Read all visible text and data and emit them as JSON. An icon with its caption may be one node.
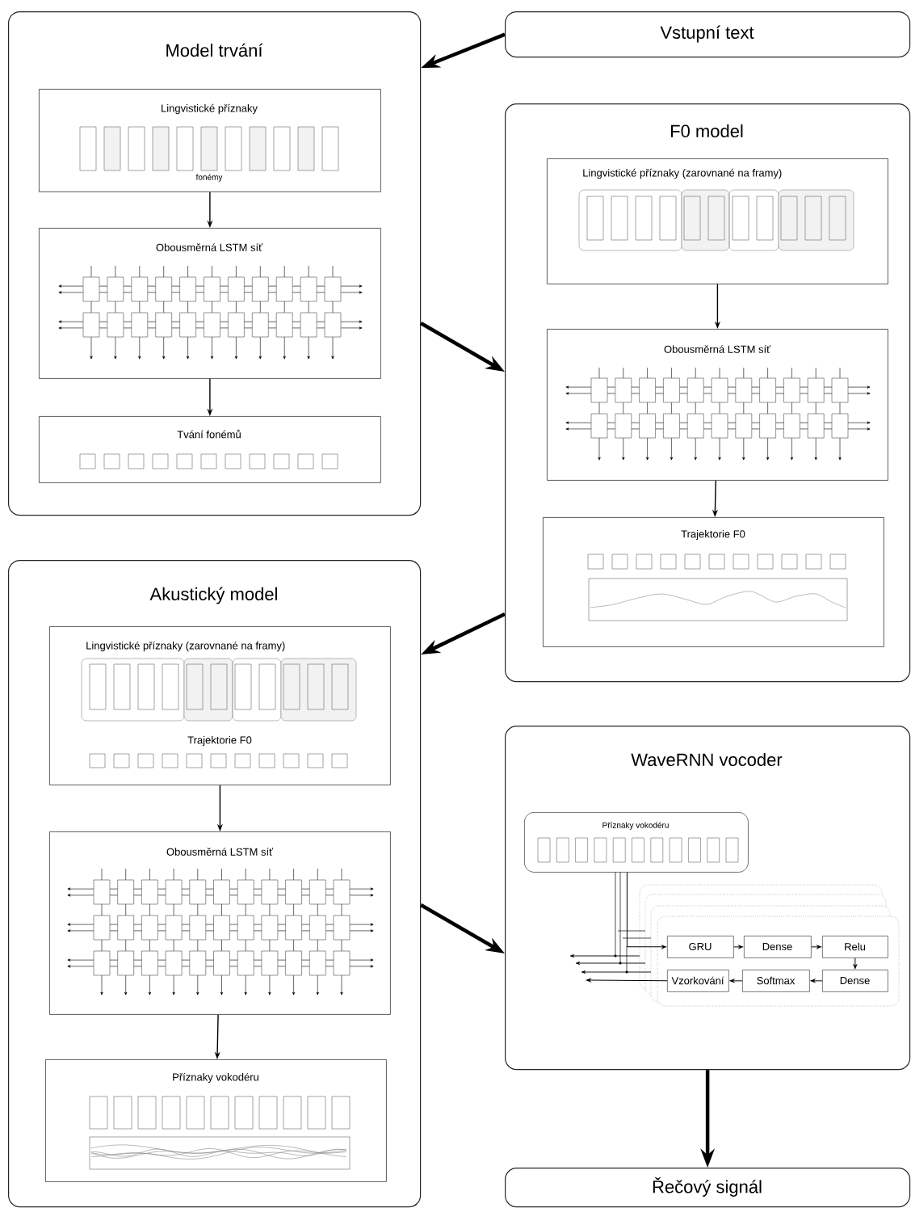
{
  "diagram": {
    "nodes": [
      {
        "text": [
          "Model trvání"
        ]
      },
      {
        "text": [
          "Lingvistické příznaky",
          "fonémy"
        ],
        "in": 0
      },
      {
        "text": [
          "Obousměrná LSTM síť"
        ],
        "in": 0
      },
      {
        "text": [
          "Tvání fonémů"
        ],
        "in": 0
      },
      {
        "text": [
          "Vstupní text"
        ]
      },
      {
        "text": [
          "F0 model"
        ]
      },
      {
        "text": [
          "Lingvistické příznaky (zarovnané na framy)"
        ],
        "in": 5
      },
      {
        "text": [
          "Obousměrná LSTM síť"
        ],
        "in": 5
      },
      {
        "text": [
          "Trajektorie F0"
        ],
        "in": 5
      },
      {
        "text": [
          "Akustický model"
        ]
      },
      {
        "text": [
          "Lingvistické příznaky (zarovnané na framy)",
          "Trajektorie F0"
        ],
        "in": 9
      },
      {
        "text": [
          "Obousměrná LSTM síť"
        ],
        "in": 9
      },
      {
        "text": [
          "Příznaky vokodéru"
        ],
        "in": 9
      },
      {
        "text": [
          "WaveRNN vocoder"
        ]
      },
      {
        "text": [
          "Příznaky vokodéru"
        ],
        "in": 13
      },
      {
        "text": [
          "GRU"
        ],
        "in": 13
      },
      {
        "text": [
          "Dense"
        ],
        "in": 13
      },
      {
        "text": [
          "Relu"
        ],
        "in": 13
      },
      {
        "text": [
          "Vzorkování"
        ],
        "in": 13
      },
      {
        "text": [
          "Softmax"
        ],
        "in": 13
      },
      {
        "text": [
          "Dense"
        ],
        "in": 13
      },
      {
        "text": [
          "Řečový signál"
        ]
      }
    ],
    "edges": [
      {
        "from": 4,
        "to": 0,
        "arrow": "to",
        "style": "thick"
      },
      {
        "from": 0,
        "to": 5,
        "arrow": "to",
        "style": "thick"
      },
      {
        "from": 5,
        "to": 9,
        "arrow": "to",
        "style": "thick"
      },
      {
        "from": 9,
        "to": 13,
        "arrow": "to",
        "style": "thick"
      },
      {
        "from": 13,
        "to": 21,
        "arrow": "to",
        "style": "thick"
      },
      {
        "from": 1,
        "to": 2,
        "arrow": "to"
      },
      {
        "from": 2,
        "to": 3,
        "arrow": "to"
      },
      {
        "from": 6,
        "to": 7,
        "arrow": "to"
      },
      {
        "from": 7,
        "to": 8,
        "arrow": "to"
      },
      {
        "from": 10,
        "to": 11,
        "arrow": "to"
      },
      {
        "from": 11,
        "to": 12,
        "arrow": "to"
      },
      {
        "from": 14,
        "to": 15,
        "arrow": "to"
      },
      {
        "from": 15,
        "to": 16,
        "arrow": "to"
      },
      {
        "from": 16,
        "to": 17,
        "arrow": "to"
      },
      {
        "from": 17,
        "to": 20,
        "arrow": "to"
      },
      {
        "from": 20,
        "to": 19,
        "arrow": "to"
      },
      {
        "from": 19,
        "to": 18,
        "arrow": "to"
      },
      {
        "from": 18,
        "to": null,
        "arrow": "to"
      }
    ]
  }
}
